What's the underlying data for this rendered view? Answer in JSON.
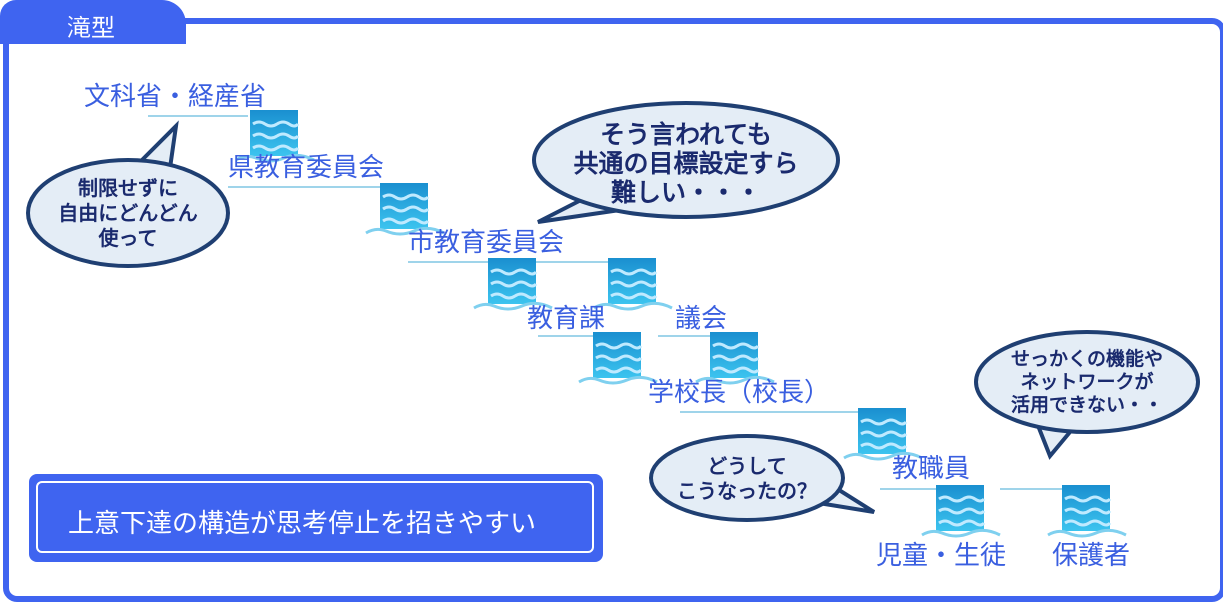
{
  "tab_label": "滝型",
  "levels": {
    "l1": "文科省・経産省",
    "l2": "県教育委員会",
    "l3": "市教育委員会",
    "l4a": "教育課",
    "l4b": "議会",
    "l5": "学校長（校長）",
    "l6": "教職員",
    "l7a": "児童・生徒",
    "l7b": "保護者"
  },
  "bubbles": {
    "b1": [
      "制限せずに",
      "自由にどんどん",
      "使って"
    ],
    "b2": [
      "そう言われても",
      "共通の目標設定すら",
      "難しい・・・"
    ],
    "b3": [
      "せっかくの機能や",
      "ネットワークが",
      "活用できない・・"
    ],
    "b4": [
      "どうして",
      "こうなったの？"
    ]
  },
  "banner_text": "上意下達の構造が思考停止を招きやすい",
  "colors": {
    "accent": "#3f64f0",
    "label": "#3a5fe0",
    "water": "#1ea8e0",
    "bubble_fill": "#e4edf6",
    "bubble_stroke": "#1f3f72"
  }
}
